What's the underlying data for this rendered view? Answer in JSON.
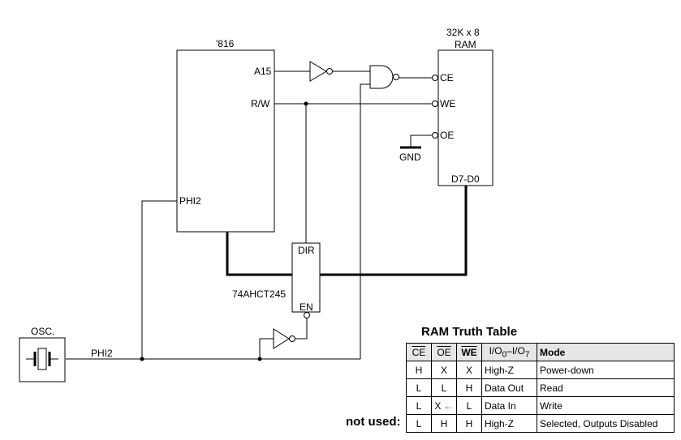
{
  "cpu": {
    "label": "'816",
    "pins": {
      "a15": "A15",
      "rw": "R/W",
      "phi2": "PHI2"
    }
  },
  "ram": {
    "label_line1": "32K x 8",
    "label_line2": "RAM",
    "pins": {
      "ce": "CE",
      "we": "WE",
      "oe": "OE",
      "data": "D7-D0"
    }
  },
  "gnd_label": "GND",
  "transceiver": {
    "label": "74AHCT245",
    "pins": {
      "dir": "DIR",
      "en": "EN"
    }
  },
  "oscillator": {
    "label": "OSC.",
    "net_label": "PHI2"
  },
  "truth_table": {
    "title": "RAM Truth Table",
    "headers": {
      "ce": "CE",
      "oe": "OE",
      "we": "WE",
      "io_prefix": "I/O",
      "io_sub0": "0",
      "io_dash": "–I/O",
      "io_sub7": "7",
      "mode": "Mode"
    },
    "rows": [
      {
        "ce": "H",
        "oe": "X",
        "we": "X",
        "io": "High-Z",
        "mode": "Power-down"
      },
      {
        "ce": "L",
        "oe": "L",
        "we": "H",
        "io": "Data Out",
        "mode": "Read"
      },
      {
        "ce": "L",
        "oe": "X",
        "we": "L",
        "io": "Data In",
        "mode": "Write"
      },
      {
        "ce": "L",
        "oe": "H",
        "we": "H",
        "io": "High-Z",
        "mode": "Selected, Outputs Disabled"
      }
    ],
    "annotation_arrow": "←",
    "arrow_color": "#ff00ff",
    "not_used_label": "not used:"
  }
}
